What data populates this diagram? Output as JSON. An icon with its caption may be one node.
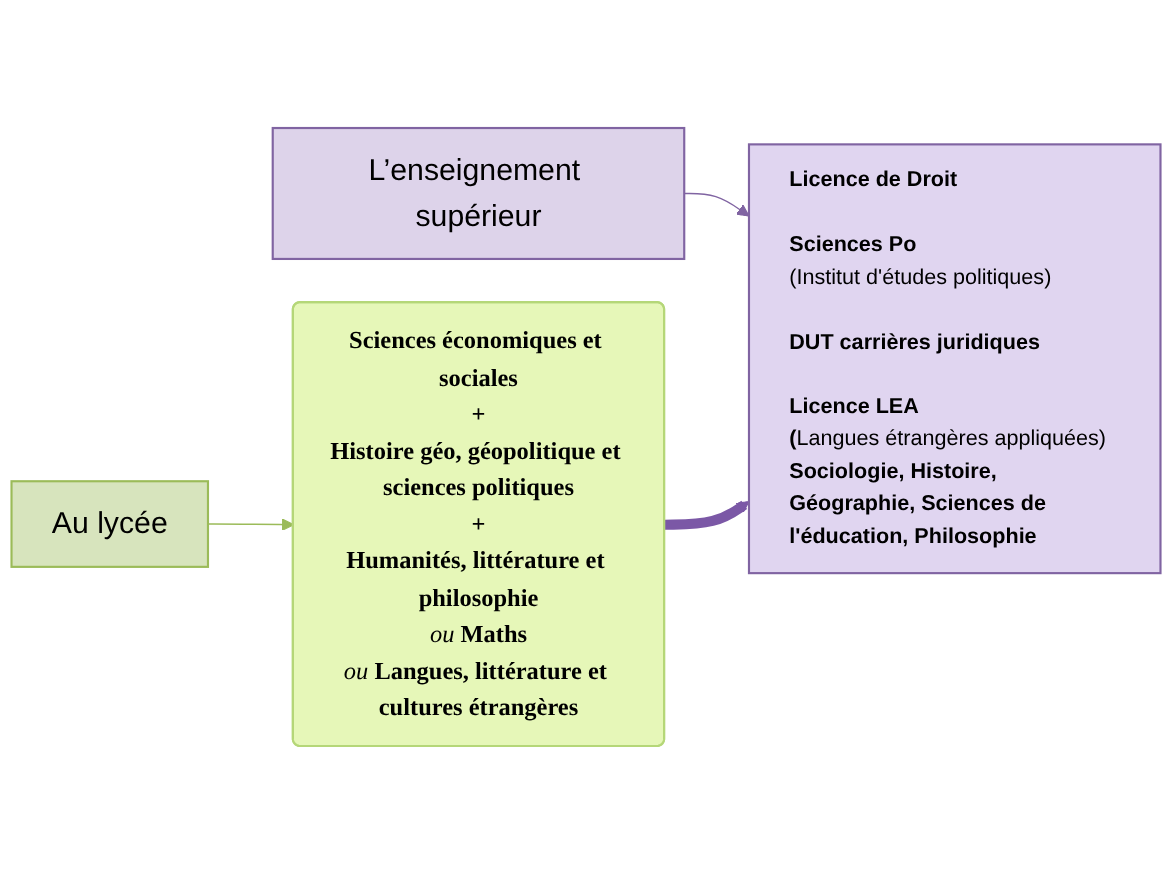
{
  "diagram": {
    "nodes": [
      {
        "text": [
          "Au lycée"
        ]
      },
      {
        "text": [
          "Sciences économiques et sociales",
          "+",
          "Histoire géo, géopolitique et sciences politiques",
          "+",
          "Humanités, littérature et philosophie",
          "*ou* Maths",
          "*ou* Langues, littérature et cultures étrangères"
        ]
      },
      {
        "text": [
          "L’enseignement supérieur"
        ]
      },
      {
        "text": [
          "Licence de Droit",
          "Sciences Po",
          "(Institut d'études politiques)",
          "DUT carrières juridiques",
          "Licence LEA",
          "**(**Langues étrangères appliquées)",
          "Sociologie, Histoire, Géographie, Sciences de l'éducation, Philosophie"
        ]
      }
    ],
    "edges": [
      {
        "from": 0,
        "to": 1,
        "arrow": "to",
        "color": "#9bbb59"
      },
      {
        "from": 2,
        "to": 3,
        "arrow": "to",
        "color": "#8064a2"
      },
      {
        "from": 1,
        "to": 3,
        "arrow": "to",
        "style": "thick",
        "color": "#7b58a6"
      }
    ]
  }
}
